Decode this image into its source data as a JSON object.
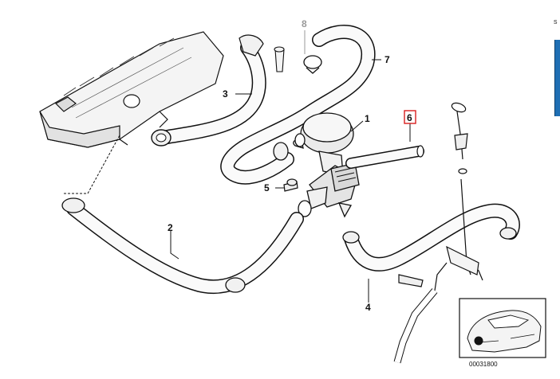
{
  "diagram": {
    "part_numbers": {
      "p1": "1",
      "p2": "2",
      "p3": "3",
      "p4": "4",
      "p5": "5",
      "p6": "6",
      "p7": "7",
      "p8": "8"
    },
    "highlighted_part": "6",
    "muted_part": "8",
    "vehicle_inset_code": "00031800"
  },
  "side_panel": {
    "text": "s",
    "accent_color": "#1f6fb4"
  },
  "colors": {
    "highlight": "#d81e1e",
    "line": "#111111",
    "muted": "#9a9a9a"
  }
}
